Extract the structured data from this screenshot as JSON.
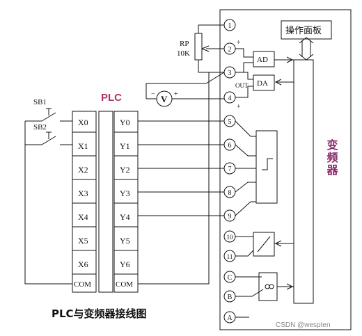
{
  "caption": "PLC与变频器接线图",
  "watermark": "CSDN @wespten",
  "plc": {
    "title": "PLC",
    "inputs": [
      "X0",
      "X1",
      "X2",
      "X3",
      "X4",
      "X5",
      "X6",
      "COM"
    ],
    "outputs": [
      "Y0",
      "Y1",
      "Y2",
      "Y3",
      "Y4",
      "Y5",
      "Y6",
      "COM"
    ]
  },
  "switches": [
    "SB1",
    "SB2"
  ],
  "potentiometer": {
    "name": "RP",
    "value": "10K"
  },
  "meter": "V",
  "inverter": {
    "title": "变频器",
    "operation_panel": "操作面板",
    "ad_label": "AD",
    "da_label": "DA",
    "out_label": "OUT",
    "terminals": [
      "1",
      "2",
      "3",
      "4",
      "5",
      "6",
      "7",
      "8",
      "9",
      "10",
      "11",
      "C",
      "B",
      "A"
    ]
  },
  "polarity": {
    "plus": "+",
    "minus": "−"
  },
  "colors": {
    "line": "#111111",
    "plc_title": "#b0306a",
    "inverter_title": "#8a2a6a"
  }
}
